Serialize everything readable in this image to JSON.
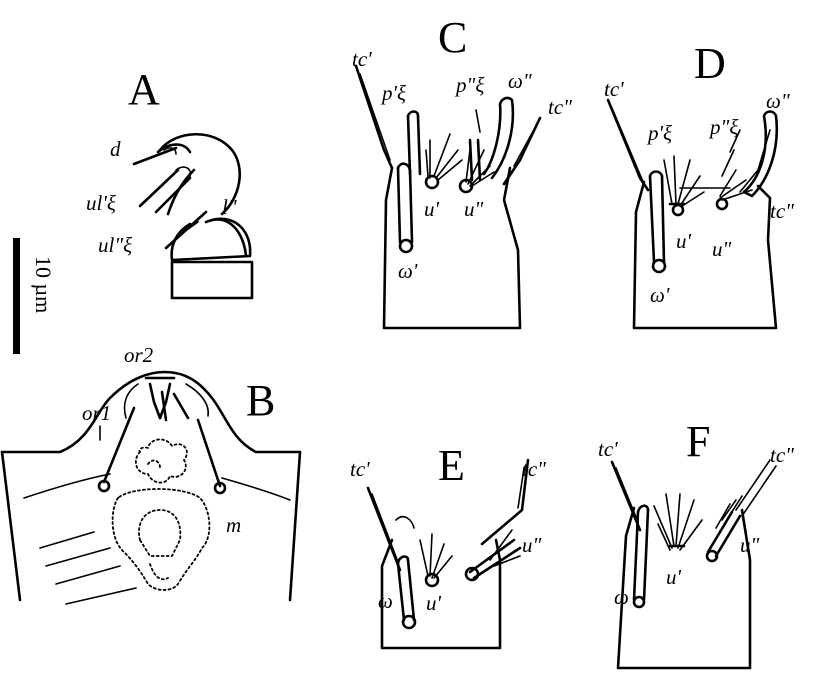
{
  "panels": {
    "A": "A",
    "B": "B",
    "C": "C",
    "D": "D",
    "E": "E",
    "F": "F"
  },
  "scale_bar": {
    "label": "10 µm"
  },
  "labels": {
    "A": {
      "d": "d",
      "ul1": "ul'ξ",
      "ul2": "ul\"ξ",
      "l2": "l\""
    },
    "B": {
      "or2": "or2",
      "or1": "or1",
      "m": "m"
    },
    "C": {
      "tc1": "tc'",
      "p1": "p'ξ",
      "p2": "p\"ξ",
      "w2": "ω\"",
      "tc2": "tc\"",
      "u1": "u'",
      "u2": "u\"",
      "w1": "ω'"
    },
    "D": {
      "tc1": "tc'",
      "p1": "p'ξ",
      "p2": "p\"ξ",
      "w2": "ω\"",
      "tc2": "tc\"",
      "u1": "u'",
      "u2": "u\"",
      "w1": "ω'"
    },
    "E": {
      "tc1": "tc'",
      "tc2": "tc\"",
      "u2": "u\"",
      "u1": "u'",
      "w": "ω"
    },
    "F": {
      "tc1": "tc'",
      "tc2": "tc\"",
      "u1": "u'",
      "u2": "u\"",
      "w": "ω"
    }
  }
}
